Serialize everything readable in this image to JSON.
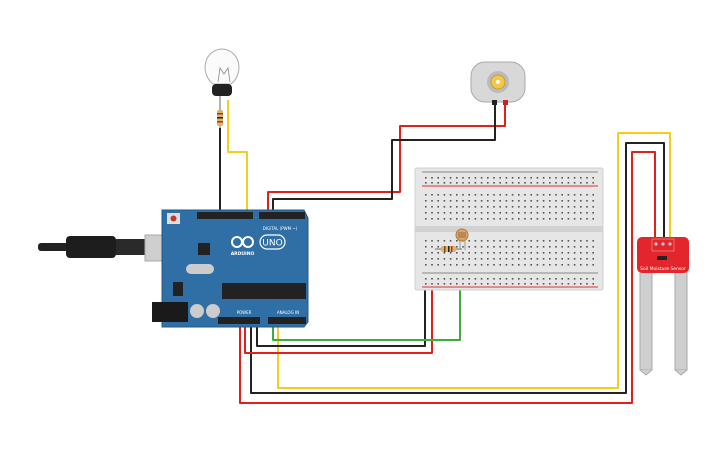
{
  "arduino": {
    "brand": "ARDUINO",
    "model": "UNO",
    "digital_label": "DIGITAL (PWM ~)",
    "power_label": "POWER",
    "analog_label": "ANALOG IN",
    "board_color": "#2f6fa5"
  },
  "sensor": {
    "label": "Soil Moisture Sensor",
    "board_color": "#e3262b"
  },
  "wire_colors": {
    "red": "#e0201b",
    "black": "#222222",
    "yellow": "#f2cf1c",
    "green": "#3aad3a"
  },
  "components": [
    "light-bulb",
    "resistor",
    "dc-motor",
    "breadboard",
    "photoresistor",
    "arduino-uno",
    "usb-cable",
    "soil-moisture-sensor"
  ]
}
